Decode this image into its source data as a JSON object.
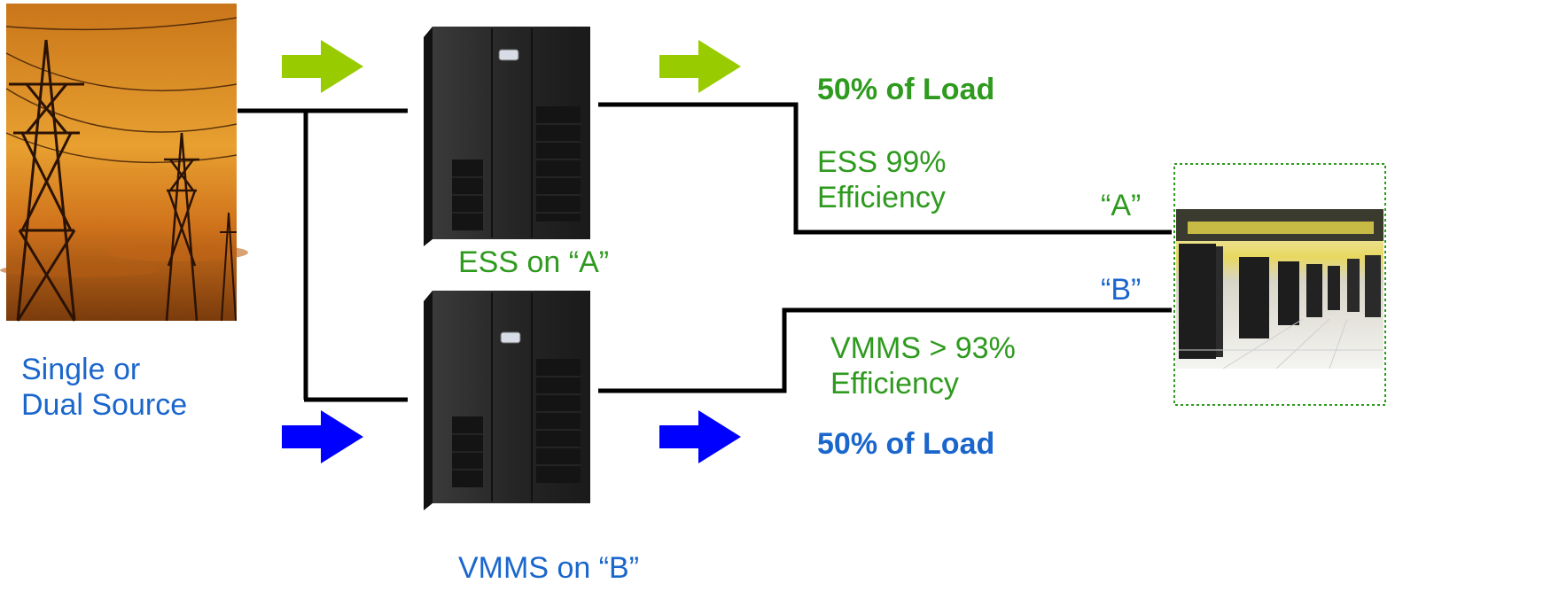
{
  "source": {
    "label": "Single or\nDual Source",
    "image_icon": "power-tower-icon",
    "colors": {
      "sky_top": "#c9761a",
      "sky_mid": "#e39a2a",
      "sky_bottom": "#7a3b0c"
    }
  },
  "ups_a": {
    "label": "ESS on “A”",
    "icon": "ups-cabinet-icon",
    "arrow_color": "#99cc00"
  },
  "ups_b": {
    "label": "VMMS on “B”",
    "icon": "ups-cabinet-icon",
    "arrow_color": "#0000ff"
  },
  "path_a": {
    "load": "50% of Load",
    "efficiency": "ESS 99%\nEfficiency",
    "feed": "“A”"
  },
  "path_b": {
    "load": "50% of Load",
    "efficiency": "VMMS > 93%\nEfficiency",
    "feed": "“B”"
  },
  "datacenter": {
    "icon": "server-room-icon",
    "border_color": "#2e9a1e"
  },
  "colors": {
    "green_text": "#2e9a1e",
    "blue_text": "#1a66cc",
    "line": "#000000"
  }
}
